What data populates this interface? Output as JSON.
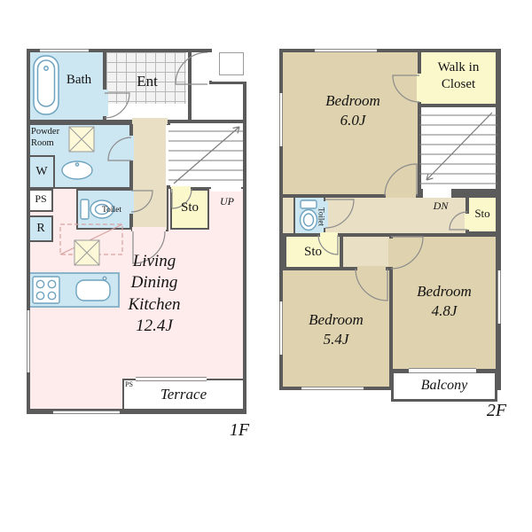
{
  "floor1": {
    "name": "1F",
    "labels": {
      "bath": "Bath",
      "ent": "Ent",
      "powder": "Powder\nRoom",
      "w": "W",
      "ps": "PS",
      "r": "R",
      "toilet": "Toilet",
      "sto": "Sto",
      "up": "UP",
      "ldk": "Living\nDining\nKitchen\n12.4J",
      "terrace": "Terrace",
      "terrace_ps": "PS"
    }
  },
  "floor2": {
    "name": "2F",
    "labels": {
      "bedroom_a": "Bedroom\n6.0J",
      "wic": "Walk in\nCloset",
      "dn": "DN",
      "toilet": "Toilet",
      "sto_a": "Sto",
      "sto_b": "Sto",
      "bedroom_b": "Bedroom\n5.4J",
      "bedroom_c": "Bedroom\n4.8J",
      "balcony": "Balcony"
    }
  },
  "colors": {
    "wall": "#5b5b5b",
    "water_room": "#cde7f2",
    "storage": "#fbf8cc",
    "living": "#fdeceb",
    "bedroom": "#dfd2ae",
    "hall": "#e8dfc4",
    "icon": "#6fa3bf"
  }
}
